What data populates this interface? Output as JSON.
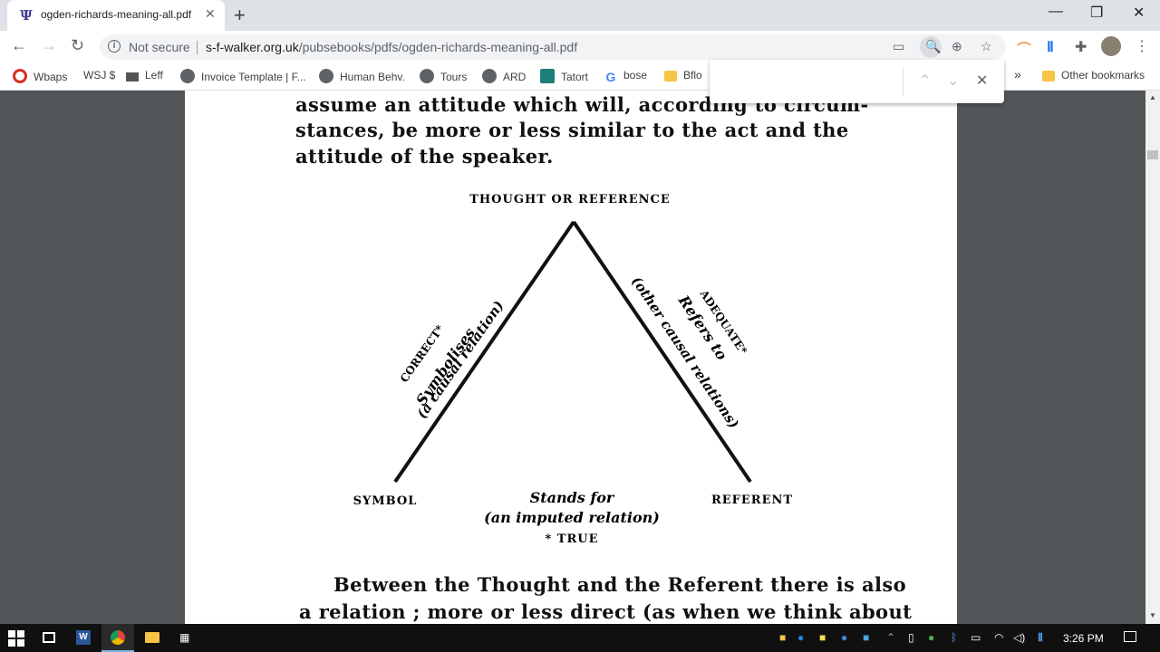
{
  "tab": {
    "title": "ogden-richards-meaning-all.pdf",
    "favicon": "psi-favicon-icon"
  },
  "omnibox": {
    "security": "Not secure",
    "host": "s-f-walker.org.uk",
    "path": "/pubsebooks/pdfs/ogden-richards-meaning-all.pdf"
  },
  "bookmarks": [
    {
      "label": "Wbaps",
      "icon": "red-circle-icon",
      "color": "#d93025"
    },
    {
      "label": "WSJ $",
      "icon": "wsj-icon",
      "color": "#000000"
    },
    {
      "label": "Leff",
      "icon": "arrow-icon",
      "color": "#444444"
    },
    {
      "label": "Invoice Template | F...",
      "icon": "globe-icon",
      "color": "#5f6368"
    },
    {
      "label": "Human Behv.",
      "icon": "globe-icon",
      "color": "#5f6368"
    },
    {
      "label": "Tours",
      "icon": "globe-icon",
      "color": "#5f6368"
    },
    {
      "label": "ARD",
      "icon": "globe-icon",
      "color": "#5f6368"
    },
    {
      "label": "Tatort",
      "icon": "tatort-icon",
      "color": "#1e7f79"
    },
    {
      "label": "bose",
      "icon": "google-icon",
      "color": "#4285f4"
    },
    {
      "label": "Bflo",
      "icon": "folder-icon",
      "color": "#f6c544"
    }
  ],
  "bookmarks_overflow": "»",
  "other_bookmarks": "Other bookmarks",
  "find": {
    "value": "",
    "prev": "⌃",
    "next": "⌄",
    "close": "✕"
  },
  "pdf": {
    "top_lines": [
      "assume  an  attitude  which  will,  according  to  circum-",
      "stances,  be  more  or  less  similar  to  the  act  and  the",
      "attitude of the speaker."
    ],
    "diagram": {
      "apex": "THOUGHT  OR  REFERENCE",
      "left_corner": "SYMBOL",
      "right_corner": "REFERENT",
      "left_side": [
        "CORRECT*",
        "Symbolises",
        "(a causal relation)"
      ],
      "right_side": [
        "ADEQUATE*",
        "Refers to",
        "(other causal relations)"
      ],
      "base": [
        "Stands for",
        "(an imputed relation)",
        "* TRUE"
      ]
    },
    "bottom_lines": [
      "Between the Thought and the Referent there is also",
      "a relation ;  more or less direct  (as when we think about"
    ]
  },
  "taskbar": {
    "time": "3:26 PM"
  }
}
